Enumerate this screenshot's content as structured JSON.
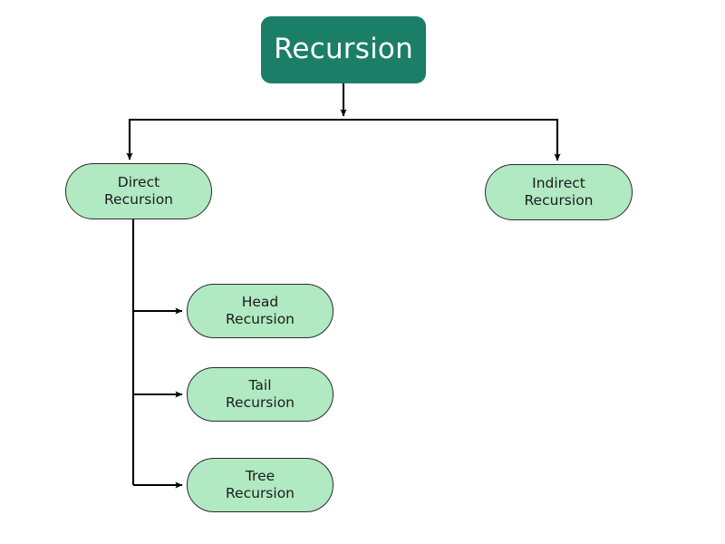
{
  "diagram": {
    "title": "Recursion",
    "type": "tree-hierarchy",
    "background_color": "#ffffff",
    "colors": {
      "root_fill": "#1b7f68",
      "root_text": "#ffffff",
      "node_fill": "#b0e9c2",
      "node_border": "#2b2b2b",
      "node_text": "#1c1c1c",
      "connector": "#000000"
    },
    "nodes": {
      "root": {
        "id": "recursion",
        "label": "Recursion",
        "shape": "rounded-rectangle",
        "level": 0
      },
      "direct": {
        "id": "direct-recursion",
        "label": "Direct\nRecursion",
        "line1": "Direct",
        "line2": "Recursion",
        "shape": "pill",
        "level": 1
      },
      "indirect": {
        "id": "indirect-recursion",
        "label": "Indirect\nRecursion",
        "line1": "Indirect",
        "line2": "Recursion",
        "shape": "pill",
        "level": 1
      },
      "head": {
        "id": "head-recursion",
        "label": "Head\nRecursion",
        "line1": "Head",
        "line2": "Recursion",
        "shape": "pill",
        "level": 2
      },
      "tail": {
        "id": "tail-recursion",
        "label": "Tail\nRecursion",
        "line1": "Tail",
        "line2": "Recursion",
        "shape": "pill",
        "level": 2
      },
      "tree": {
        "id": "tree-recursion",
        "label": "Tree\nRecursion",
        "line1": "Tree",
        "line2": "Recursion",
        "shape": "pill",
        "level": 2
      }
    },
    "edges": [
      {
        "from": "recursion",
        "to": "bus",
        "style": "straight-down-arrow"
      },
      {
        "from": "bus",
        "to": "direct-recursion",
        "style": "elbow-down-arrow"
      },
      {
        "from": "bus",
        "to": "indirect-recursion",
        "style": "elbow-down-arrow"
      },
      {
        "from": "direct-recursion",
        "to": "head-recursion",
        "style": "trunk-right-arrow"
      },
      {
        "from": "direct-recursion",
        "to": "tail-recursion",
        "style": "trunk-right-arrow"
      },
      {
        "from": "direct-recursion",
        "to": "tree-recursion",
        "style": "trunk-right-arrow"
      }
    ]
  }
}
